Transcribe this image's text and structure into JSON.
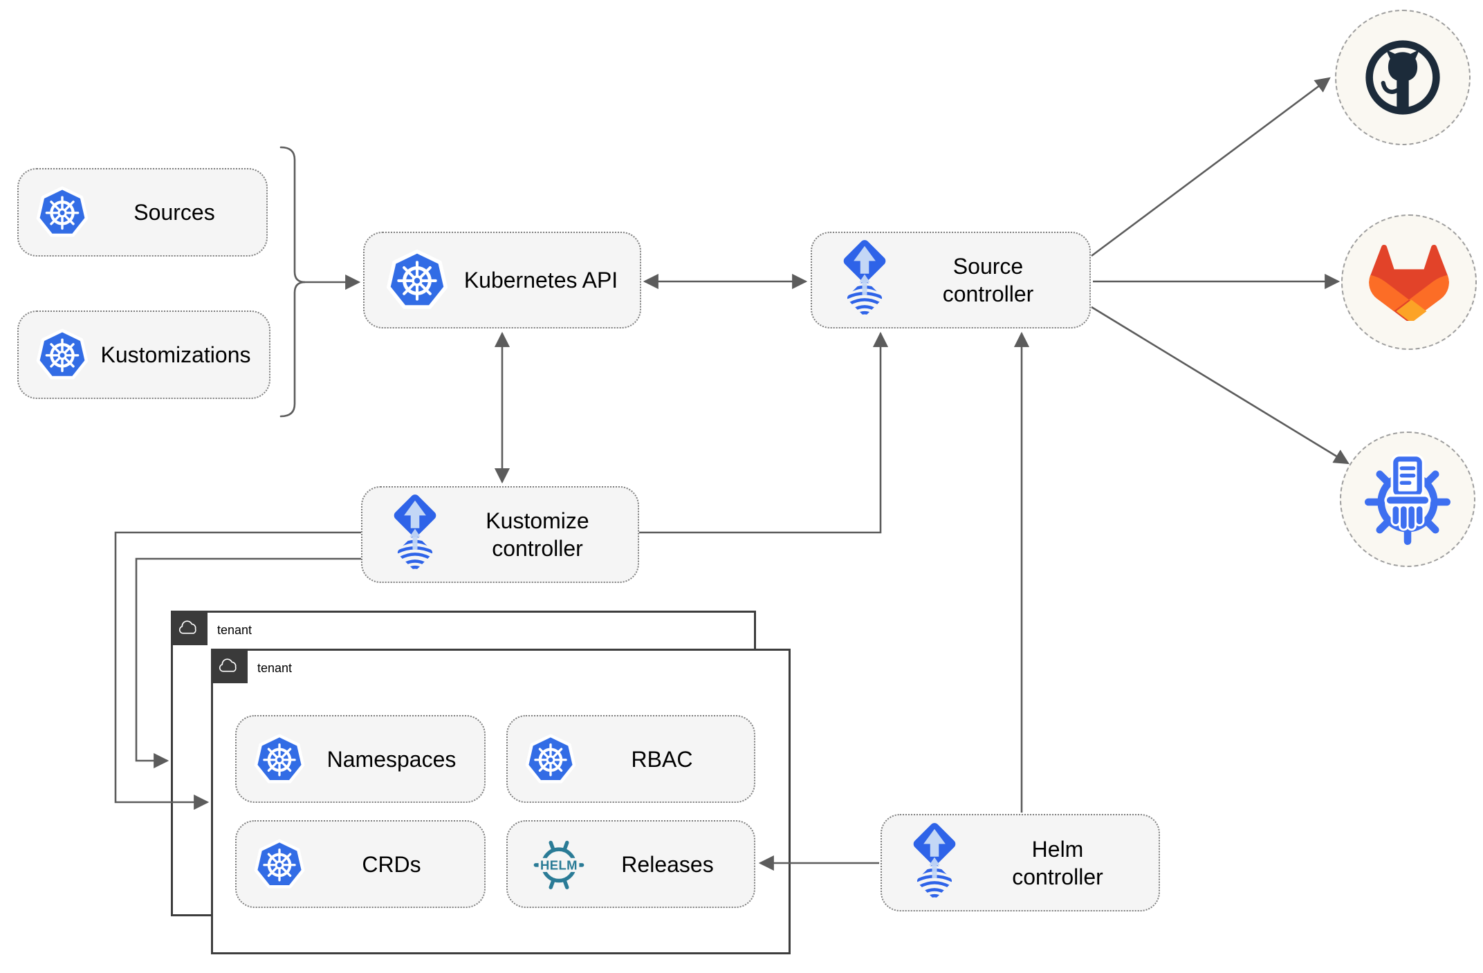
{
  "colors": {
    "arrow-gray": "#5c5c5c",
    "node-fill": "#f5f5f5",
    "node-border": "#7e7e7e",
    "tenant-border": "#3d3d3d",
    "tab-dark": "#3a3a3a",
    "circle-fill": "#faf8f2",
    "circle-border": "#9e9e9e",
    "k8s-blue": "#326ce5",
    "flux-blue": "#2e63e8",
    "flux-light": "#c3d7f6",
    "helm-teal": "#2a7b96",
    "cm-blue": "#3d6ff0",
    "github-dark": "#1c2b3a",
    "gitlab-red": "#e24329",
    "gitlab-orange": "#fc6d26",
    "gitlab-amber": "#fca326"
  },
  "nodes": {
    "sources": {
      "label": "Sources"
    },
    "kustomizations": {
      "label": "Kustomizations"
    },
    "kubernetes_api": {
      "label": "Kubernetes API"
    },
    "source_controller": {
      "label": "Source controller"
    },
    "kustomize_controller": {
      "label": "Kustomize controller"
    },
    "helm_controller": {
      "label": "Helm controller"
    },
    "namespaces": {
      "label": "Namespaces"
    },
    "rbac": {
      "label": "RBAC"
    },
    "crds": {
      "label": "CRDs"
    },
    "releases": {
      "label": "Releases",
      "icon_text": "HELM"
    }
  },
  "tenants": {
    "outer": {
      "label": "tenant"
    },
    "inner": {
      "label": "tenant"
    }
  },
  "remotes": {
    "icons": [
      "github-icon",
      "gitlab-icon",
      "chart-repository-icon"
    ]
  }
}
